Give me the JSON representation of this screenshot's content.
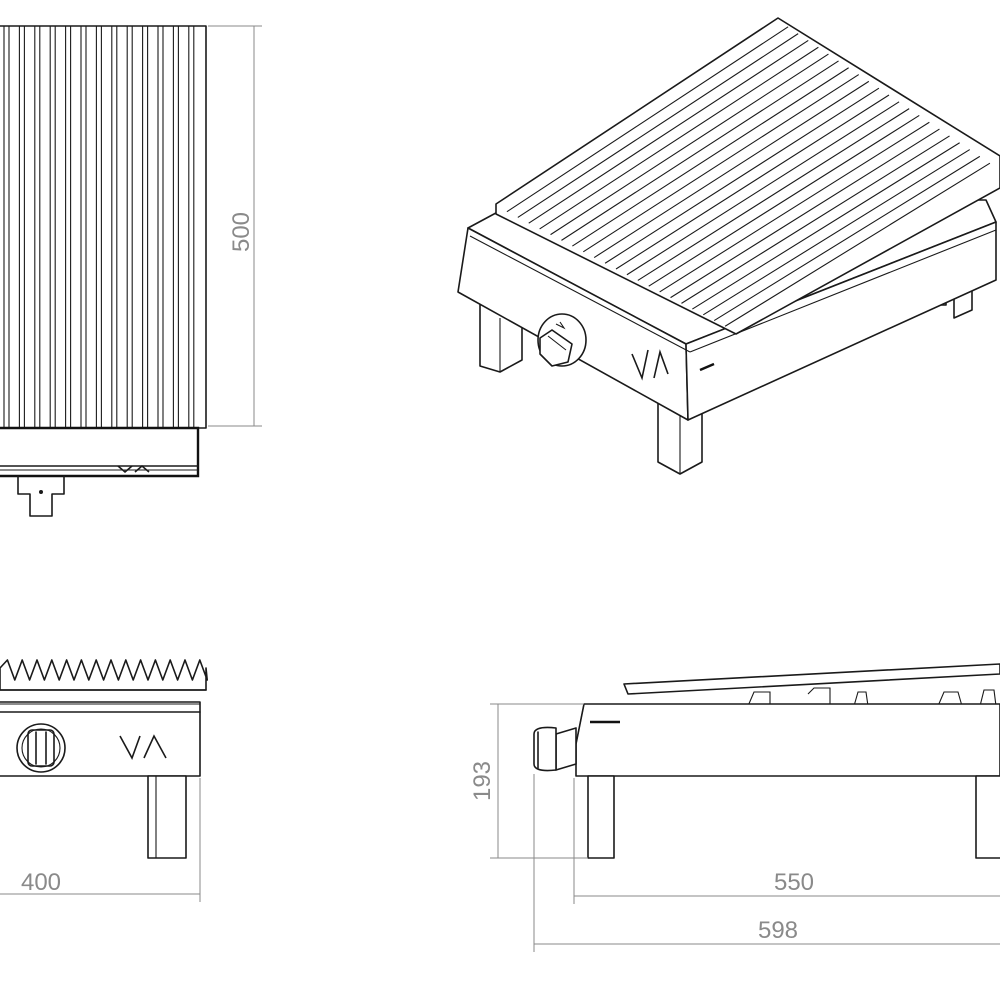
{
  "dimensions": {
    "depth": "500",
    "width": "400",
    "height": "193",
    "leg_span": "550",
    "overall_depth": "598"
  },
  "logo_text": "VA",
  "colors": {
    "line": "#1a1a1a",
    "dimension": "#8a8a8a",
    "background": "#ffffff"
  }
}
